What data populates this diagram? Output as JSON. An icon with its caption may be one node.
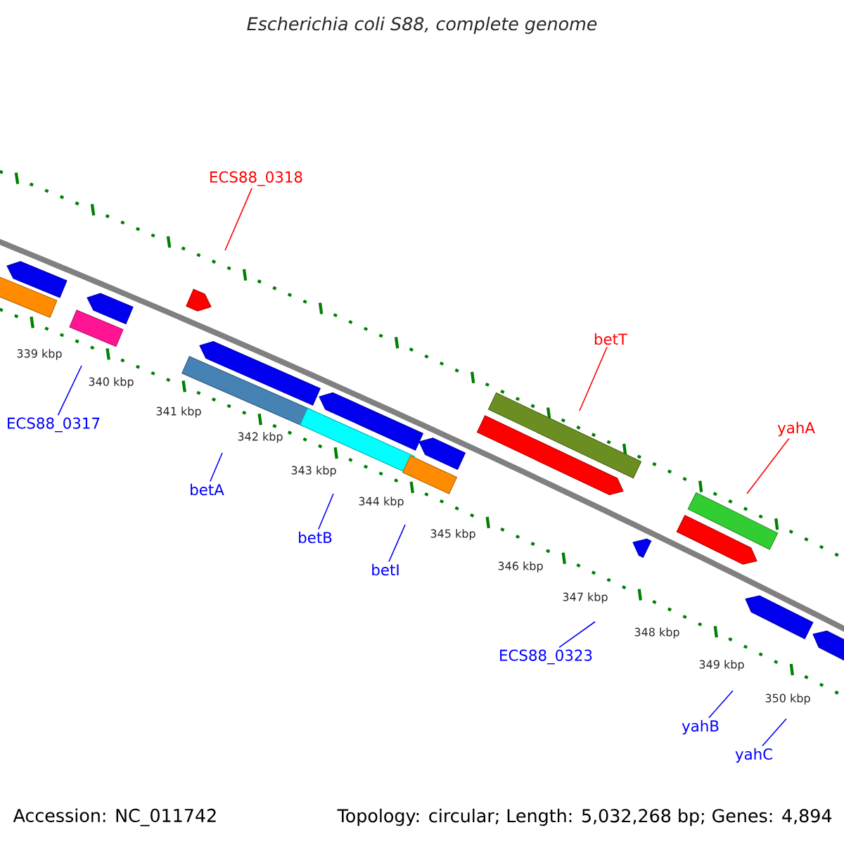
{
  "diagram": {
    "title": "Escherichia coli S88, complete genome",
    "nodes": [
      {
        "text": [
          "ECS88_0318"
        ]
      },
      {
        "text": [
          "ECS88_0317"
        ]
      },
      {
        "text": [
          "betA"
        ]
      },
      {
        "text": [
          "betB"
        ]
      },
      {
        "text": [
          "betI"
        ]
      },
      {
        "text": [
          "betT"
        ]
      },
      {
        "text": [
          "yahA"
        ]
      },
      {
        "text": [
          "ECS88_0323"
        ]
      },
      {
        "text": [
          "yahB"
        ]
      },
      {
        "text": [
          "yahC"
        ]
      }
    ],
    "edges": [
      {
        "from": 0,
        "to": null,
        "arrow": "none",
        "color": "#ff0000"
      },
      {
        "from": 1,
        "to": null,
        "arrow": "none"
      },
      {
        "from": 2,
        "to": null,
        "arrow": "none"
      },
      {
        "from": 3,
        "to": null,
        "arrow": "none"
      },
      {
        "from": 4,
        "to": null,
        "arrow": "none"
      },
      {
        "from": 5,
        "to": null,
        "arrow": "none",
        "color": "#ff0000"
      },
      {
        "from": 6,
        "to": null,
        "arrow": "none",
        "color": "#ff0000"
      },
      {
        "from": 7,
        "to": null,
        "arrow": "none"
      },
      {
        "from": 8,
        "to": null,
        "arrow": "none"
      },
      {
        "from": 9,
        "to": null,
        "arrow": "none"
      }
    ],
    "labels": [
      "339 kbp",
      "340 kbp",
      "341 kbp",
      "342 kbp",
      "343 kbp",
      "344 kbp",
      "345 kbp",
      "346 kbp",
      "347 kbp",
      "348 kbp",
      "349 kbp",
      "350 kbp",
      "Accession: NC_011742",
      "Topology: circular; Length: 5,032,268 bp; Genes: 4,894"
    ]
  }
}
